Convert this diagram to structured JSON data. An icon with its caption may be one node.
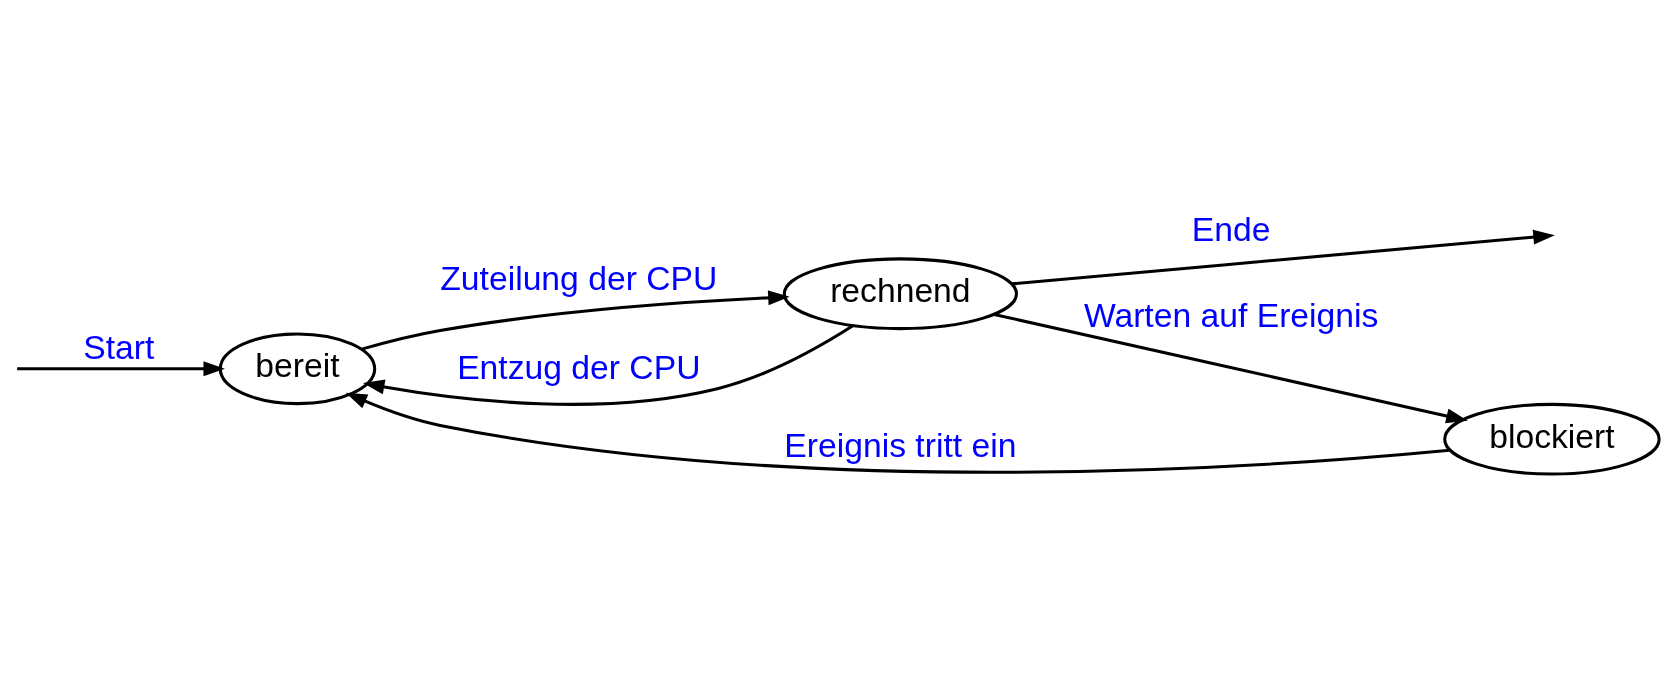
{
  "diagram": {
    "nodes": [
      {
        "text": [
          "bereit"
        ]
      },
      {
        "text": [
          "rechnend"
        ]
      },
      {
        "text": [
          "blockiert"
        ]
      }
    ],
    "edges": [
      {
        "from": null,
        "to": 0,
        "arrow": "to",
        "label": "Start"
      },
      {
        "from": 0,
        "to": 1,
        "arrow": "to",
        "label": "Zuteilung der CPU"
      },
      {
        "from": 1,
        "to": 0,
        "arrow": "to",
        "label": "Entzug der CPU"
      },
      {
        "from": 1,
        "to": null,
        "arrow": "to",
        "label": "Ende"
      },
      {
        "from": 1,
        "to": 2,
        "arrow": "to",
        "label": "Warten auf Ereignis"
      },
      {
        "from": 2,
        "to": 0,
        "arrow": "to",
        "label": "Ereignis tritt ein"
      }
    ]
  }
}
